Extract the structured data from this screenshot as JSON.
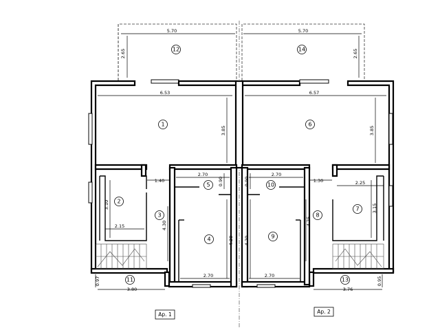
{
  "rooms": [
    {
      "id": "12",
      "label": "12"
    },
    {
      "id": "14",
      "label": "14"
    },
    {
      "id": "1",
      "label": "1"
    },
    {
      "id": "6",
      "label": "6"
    },
    {
      "id": "2",
      "label": "2"
    },
    {
      "id": "3",
      "label": "3"
    },
    {
      "id": "5",
      "label": "5"
    },
    {
      "id": "10",
      "label": "10"
    },
    {
      "id": "8",
      "label": "8"
    },
    {
      "id": "7",
      "label": "7"
    },
    {
      "id": "4",
      "label": "4"
    },
    {
      "id": "9",
      "label": "9"
    },
    {
      "id": "11",
      "label": "11"
    },
    {
      "id": "13",
      "label": "13"
    }
  ],
  "dimensions": [
    "5.70",
    "5.70",
    "2.65",
    "2.65",
    "6.53",
    "6.57",
    "3.85",
    "3.85",
    "1.40",
    "2.70",
    "0.90",
    "0.90",
    "2.70",
    "1.30",
    "2.25",
    "3.10",
    "3.15",
    "2.15",
    "4.30",
    "4.20",
    "4.20",
    "4.25",
    "2.70",
    "2.70",
    "0.97",
    "0.95",
    "3.80",
    "3.76"
  ],
  "apartments": [
    {
      "label": "Ap. 1"
    },
    {
      "label": "Ap. 2"
    }
  ]
}
